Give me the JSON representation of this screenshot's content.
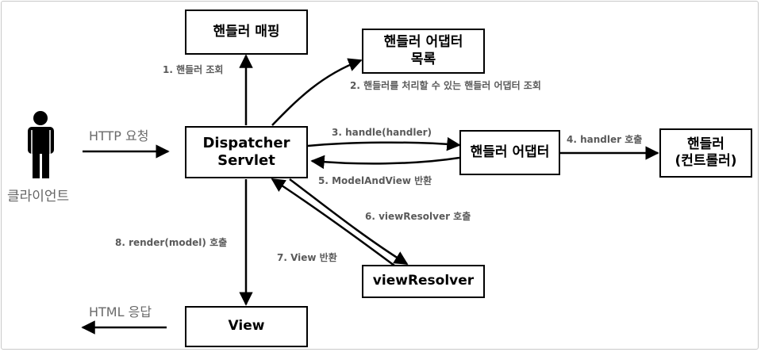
{
  "boxes": {
    "handler_mapping": "핸들러 매핑",
    "adapter_list_line1": "핸들러 어댑터",
    "adapter_list_line2": "목록",
    "dispatcher_line1": "Dispatcher",
    "dispatcher_line2": "Servlet",
    "handler_adapter": "핸들러 어댑터",
    "handler_line1": "핸들러",
    "handler_line2": "(컨트롤러)",
    "view_resolver": "viewResolver",
    "view": "View"
  },
  "client": {
    "label": "클라이언트",
    "icon": "person-icon"
  },
  "labels": {
    "http_request": "HTTP 요청",
    "html_response": "HTML 응답",
    "step1": "1. 핸들러 조회",
    "step2": "2. 핸들러를 처리할 수 있는 핸들러 어댑터 조회",
    "step3": "3. handle(handler)",
    "step4": "4. handler 호출",
    "step5": "5. ModelAndView 반환",
    "step6": "6. viewResolver 호출",
    "step7": "7. View 반환",
    "step8": "8. render(model) 호출"
  }
}
